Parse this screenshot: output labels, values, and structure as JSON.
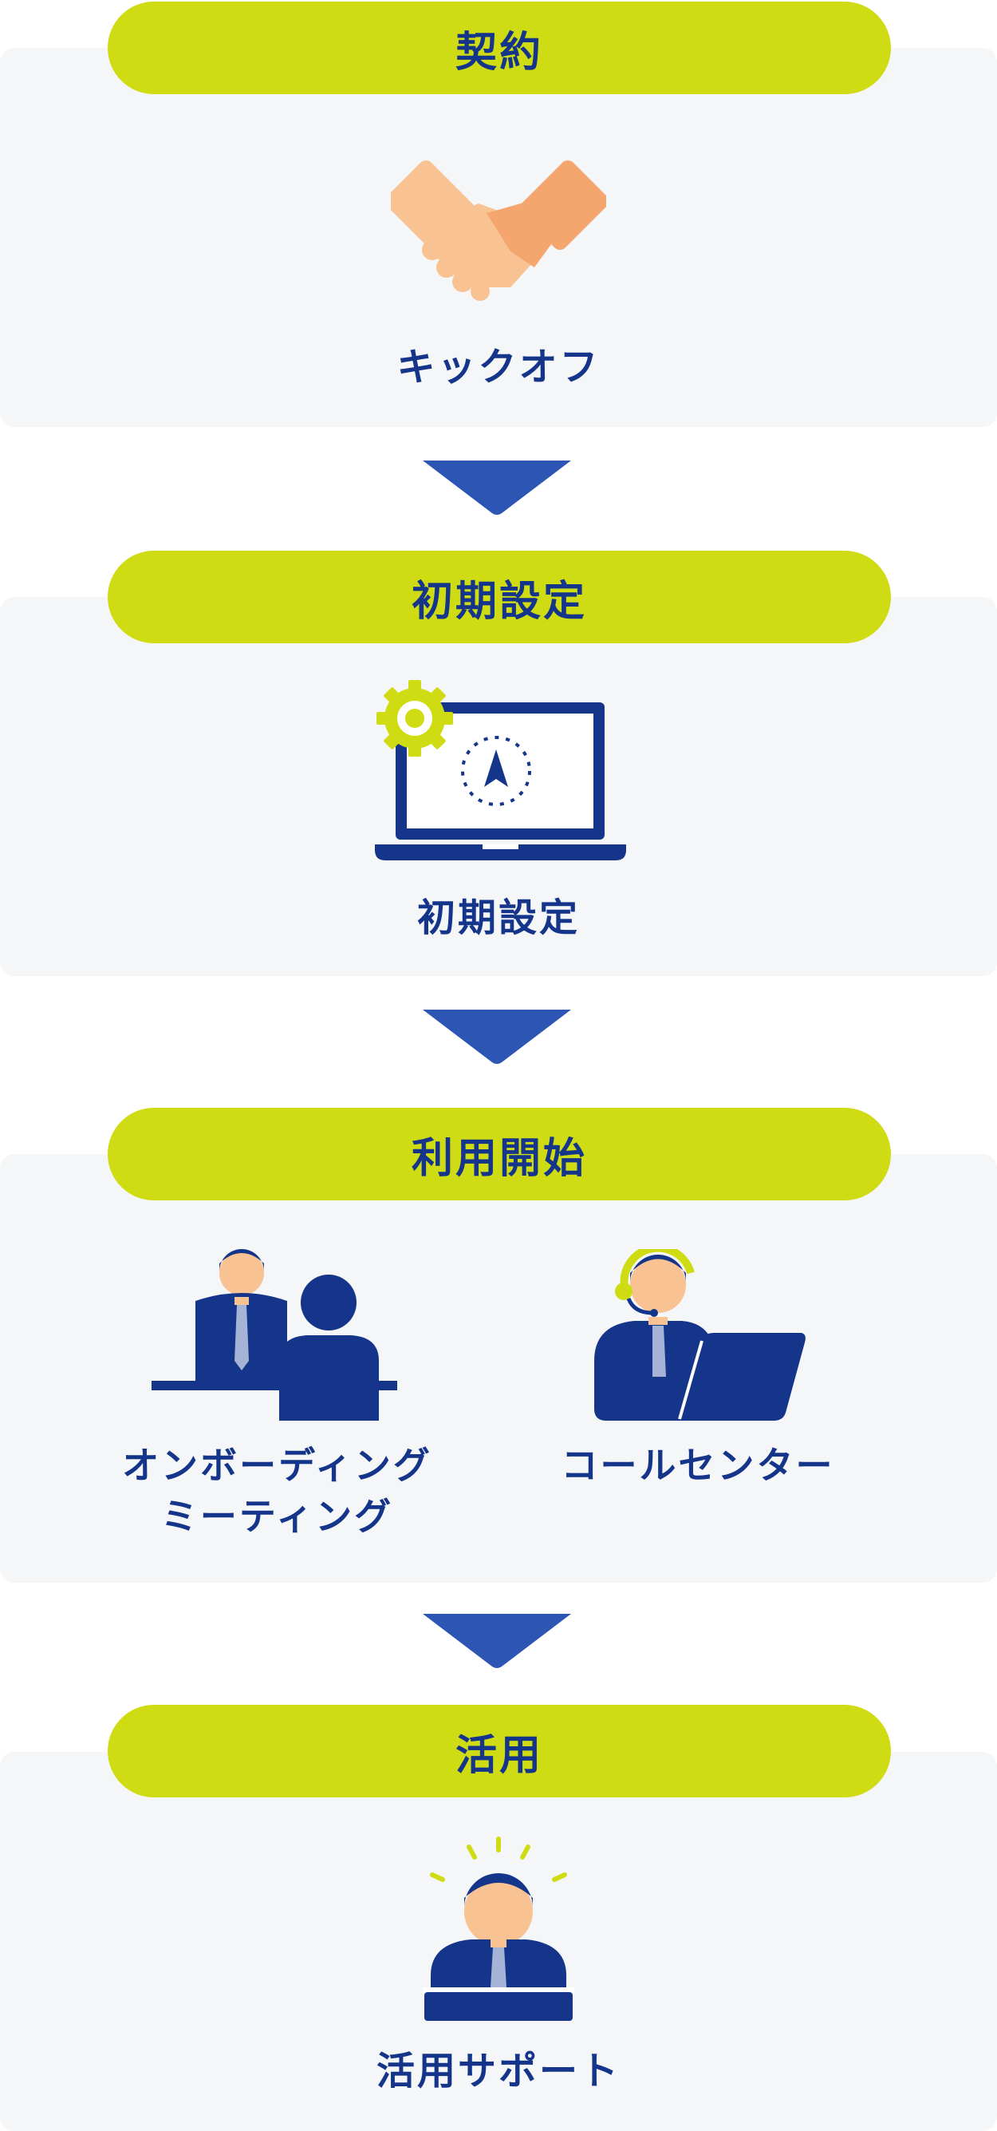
{
  "colors": {
    "navy": "#14358a",
    "lime": "#cfdc13",
    "arrow_blue": "#2d56b4",
    "panel_bg": "#f5f6f8",
    "skin": "#f9c292",
    "handshake_dark": "#f4a66e"
  },
  "steps": [
    {
      "title": "契約",
      "icon": "handshake-icon",
      "items": [
        {
          "label": "キックオフ"
        }
      ]
    },
    {
      "title": "初期設定",
      "icon": "laptop-settings-icon",
      "items": [
        {
          "label": "初期設定"
        }
      ]
    },
    {
      "title": "利用開始",
      "items": [
        {
          "label": "オンボーディング\nミーティング",
          "icon": "meeting-icon"
        },
        {
          "label": "コールセンター",
          "icon": "call-center-icon"
        }
      ]
    },
    {
      "title": "活用",
      "icon": "support-person-icon",
      "items": [
        {
          "label": "活用サポート"
        }
      ]
    }
  ],
  "connector_icon": "down-triangle-arrow-icon"
}
